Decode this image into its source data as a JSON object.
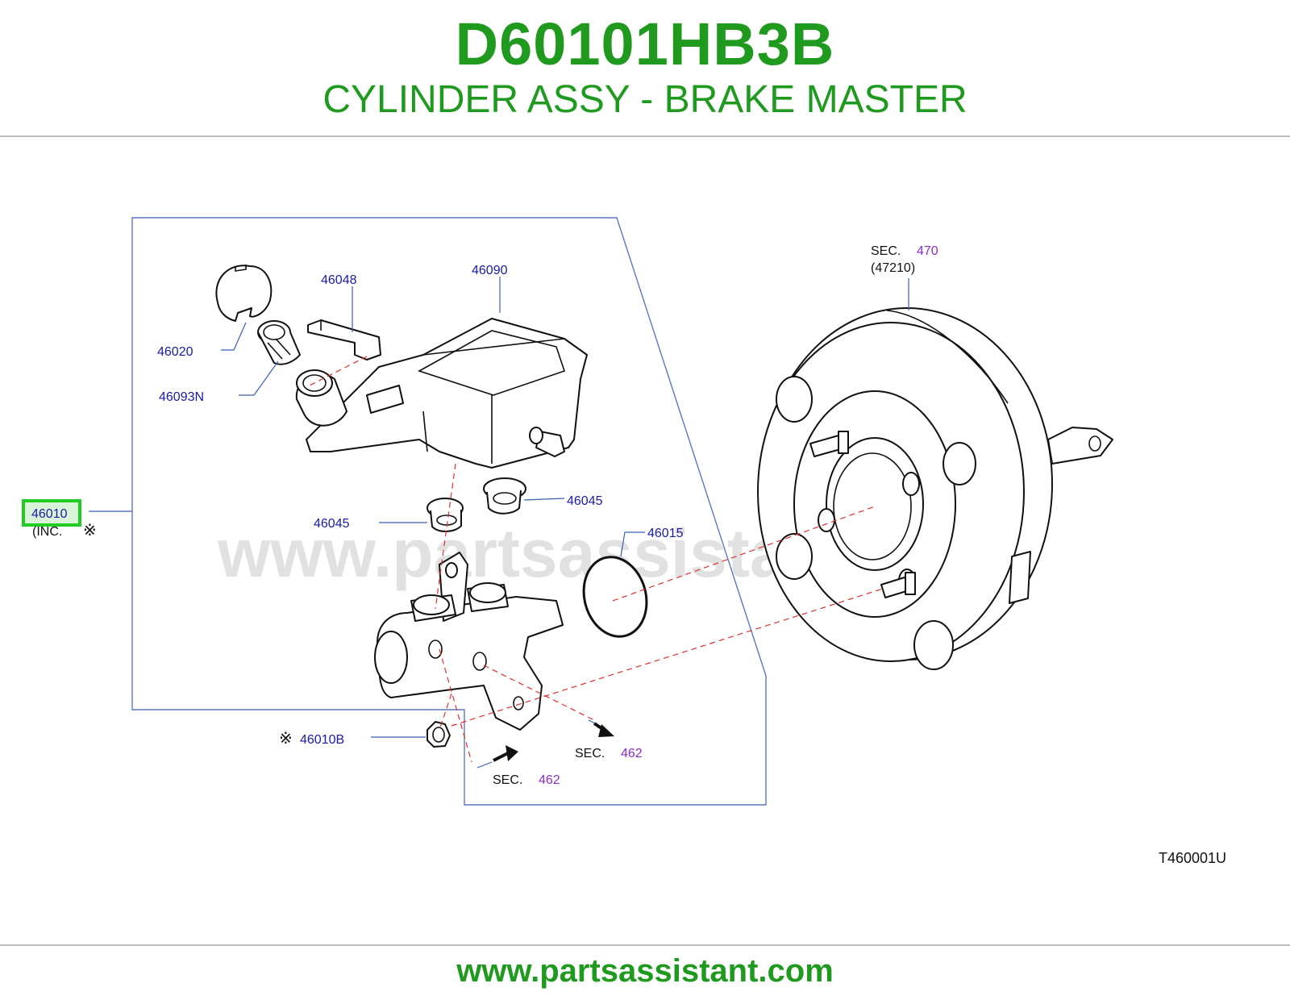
{
  "header": {
    "part_number": "D60101HB3B",
    "part_name": "CYLINDER ASSY - BRAKE MASTER"
  },
  "diagram": {
    "watermark": "www.partsassistant.com",
    "figure_code": "T460001U",
    "labels": {
      "p46048": "46048",
      "p46090": "46090",
      "p46020": "46020",
      "p46093n": "46093N",
      "p46045_left": "46045",
      "p46045_right": "46045",
      "p46015": "46015",
      "p46010": "46010",
      "p46010_inc": "(INC.",
      "p46010b": "46010B",
      "sec_word_booster": "SEC.",
      "sec_num_booster": "470",
      "sec_sub_booster": "(47210)",
      "sec_word_left": "SEC.",
      "sec_num_left": "462",
      "sec_word_right": "SEC.",
      "sec_num_right": "462",
      "ref_mark": "※"
    }
  },
  "footer": {
    "url": "www.partsassistant.com"
  },
  "colors": {
    "brand_green": "#1f9a1f",
    "label_blue": "#1a1aa6",
    "section_purple": "#8a2ec8",
    "highlight_green": "#22cc22"
  }
}
